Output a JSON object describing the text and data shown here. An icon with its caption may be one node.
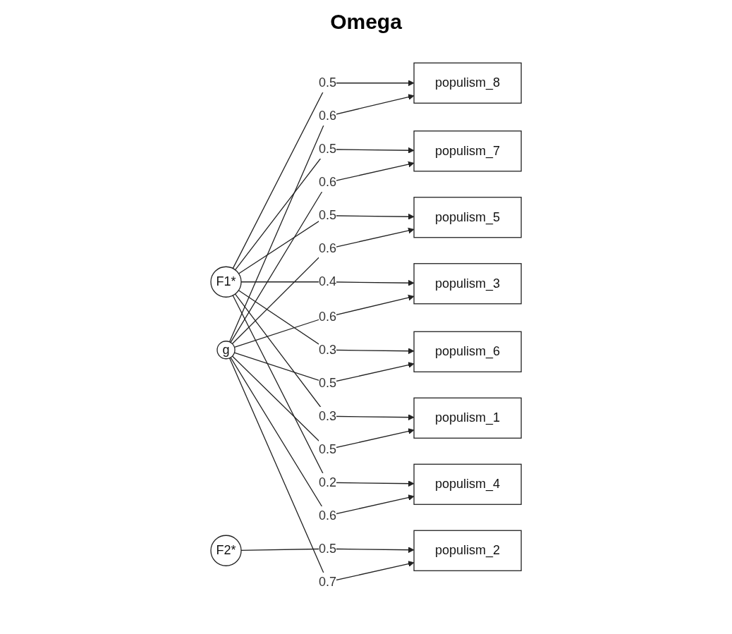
{
  "diagram": {
    "title": "Omega",
    "nodes": [
      {
        "text": [
          "g"
        ]
      },
      {
        "text": [
          "populism_8"
        ]
      },
      {
        "text": [
          "populism_7"
        ]
      },
      {
        "text": [
          "populism_5"
        ]
      },
      {
        "text": [
          "populism_3"
        ]
      },
      {
        "text": [
          "populism_6"
        ]
      },
      {
        "text": [
          "populism_1"
        ]
      },
      {
        "text": [
          "populism_4"
        ]
      },
      {
        "text": [
          "populism_2"
        ]
      },
      {
        "text": [
          "F1*"
        ]
      },
      {
        "text": [
          "F2*"
        ]
      }
    ],
    "edges": [
      {
        "from": 0,
        "to": 1,
        "arrow": "to",
        "label": "0.6"
      },
      {
        "from": 0,
        "to": 2,
        "arrow": "to",
        "label": "0.6"
      },
      {
        "from": 0,
        "to": 3,
        "arrow": "to",
        "label": "0.6"
      },
      {
        "from": 0,
        "to": 4,
        "arrow": "to",
        "label": "0.6"
      },
      {
        "from": 0,
        "to": 5,
        "arrow": "to",
        "label": "0.5"
      },
      {
        "from": 0,
        "to": 6,
        "arrow": "to",
        "label": "0.5"
      },
      {
        "from": 0,
        "to": 7,
        "arrow": "to",
        "label": "0.6"
      },
      {
        "from": 0,
        "to": 8,
        "arrow": "to",
        "label": "0.7"
      },
      {
        "from": 9,
        "to": 1,
        "arrow": "to",
        "label": "0.5"
      },
      {
        "from": 9,
        "to": 2,
        "arrow": "to",
        "label": "0.5"
      },
      {
        "from": 9,
        "to": 3,
        "arrow": "to",
        "label": "0.5"
      },
      {
        "from": 9,
        "to": 4,
        "arrow": "to",
        "label": "0.4"
      },
      {
        "from": 9,
        "to": 5,
        "arrow": "to",
        "label": "0.3"
      },
      {
        "from": 9,
        "to": 6,
        "arrow": "to",
        "label": "0.3"
      },
      {
        "from": 9,
        "to": 7,
        "arrow": "to",
        "label": "0.2"
      },
      {
        "from": 10,
        "to": 8,
        "arrow": "to",
        "label": "0.5"
      }
    ]
  }
}
